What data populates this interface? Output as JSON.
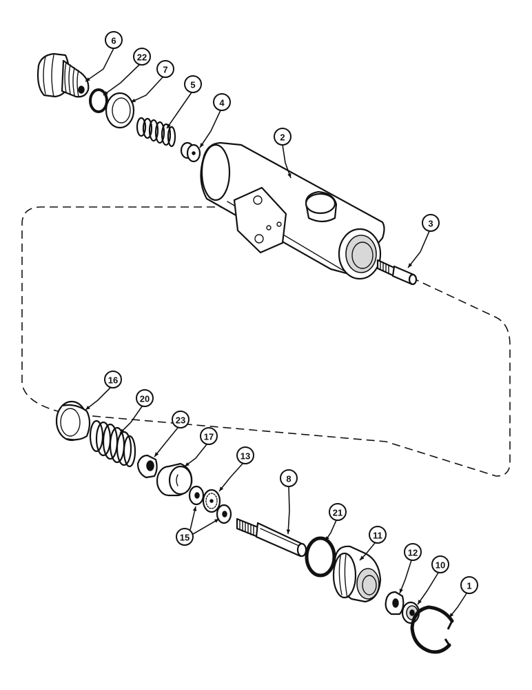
{
  "diagram": {
    "callouts": [
      {
        "id": "c6",
        "label": "6"
      },
      {
        "id": "c22",
        "label": "22"
      },
      {
        "id": "c7",
        "label": "7"
      },
      {
        "id": "c5",
        "label": "5"
      },
      {
        "id": "c4",
        "label": "4"
      },
      {
        "id": "c2",
        "label": "2"
      },
      {
        "id": "c3",
        "label": "3"
      },
      {
        "id": "c16",
        "label": "16"
      },
      {
        "id": "c20",
        "label": "20"
      },
      {
        "id": "c23",
        "label": "23"
      },
      {
        "id": "c17",
        "label": "17"
      },
      {
        "id": "c13",
        "label": "13"
      },
      {
        "id": "c15",
        "label": "15"
      },
      {
        "id": "c8",
        "label": "8"
      },
      {
        "id": "c21",
        "label": "21"
      },
      {
        "id": "c11",
        "label": "11"
      },
      {
        "id": "c12",
        "label": "12"
      },
      {
        "id": "c10",
        "label": "10"
      },
      {
        "id": "c1",
        "label": "1"
      }
    ]
  }
}
